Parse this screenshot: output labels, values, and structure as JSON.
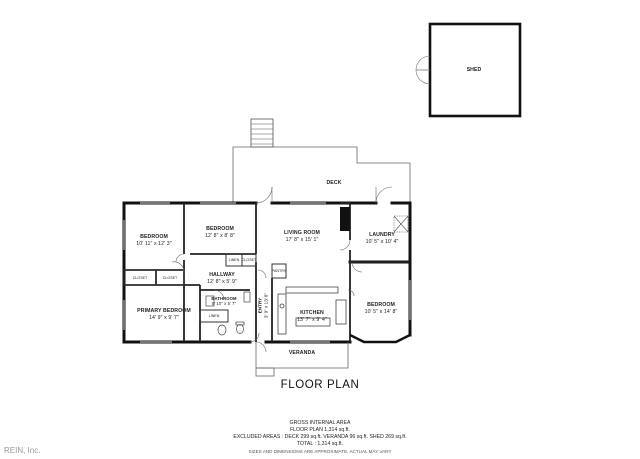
{
  "rooms": {
    "bedroom1": {
      "name": "BEDROOM",
      "dims": "10' 11\" x 12' 3\""
    },
    "bedroom2": {
      "name": "BEDROOM",
      "dims": "12' 8\" x 8' 8\""
    },
    "living": {
      "name": "LIVING ROOM",
      "dims": "17' 8\" x 15' 1\""
    },
    "laundry": {
      "name": "LAUNDRY",
      "dims": "10' 5\" x 10' 4\""
    },
    "hallway": {
      "name": "HALLWAY",
      "dims": "12' 8\" x 5' 9\""
    },
    "bathroom": {
      "name": "BATHROOM",
      "dims": "8' 10\" x 5' 7\""
    },
    "primary": {
      "name": "PRIMARY BEDROOM",
      "dims": "14' 9\" x 9' 7\""
    },
    "kitchen": {
      "name": "KITCHEN",
      "dims": "13' 7\" x 9' 4\""
    },
    "bedroom3": {
      "name": "BEDROOM",
      "dims": "10' 5\" x 14' 8\""
    },
    "entry": {
      "name": "ENTRY",
      "dims": "3' 9\" x 13' 8\""
    }
  },
  "labels": {
    "shed": "SHED",
    "deck": "DECK",
    "veranda": "VERANDA",
    "closet": "CLOSET",
    "linen": "LINEN",
    "pantry": "PANTRY"
  },
  "title": "FLOOR PLAN",
  "summary": {
    "gross": "GROSS INTERNAL AREA",
    "floor": "FLOOR PLAN 1,314 sq.ft.",
    "excluded": "EXCLUDED AREAS :  DECK 299 sq.ft.    VERANDA 96 sq.ft.    SHED 269 sq.ft.",
    "total": "TOTAL :  1,314 sq.ft.",
    "disclaimer": "SIZES AND DIMENSIONS ARE APPROXIMATE, ACTUAL MAY VARY"
  },
  "watermark": "REIN, Inc."
}
